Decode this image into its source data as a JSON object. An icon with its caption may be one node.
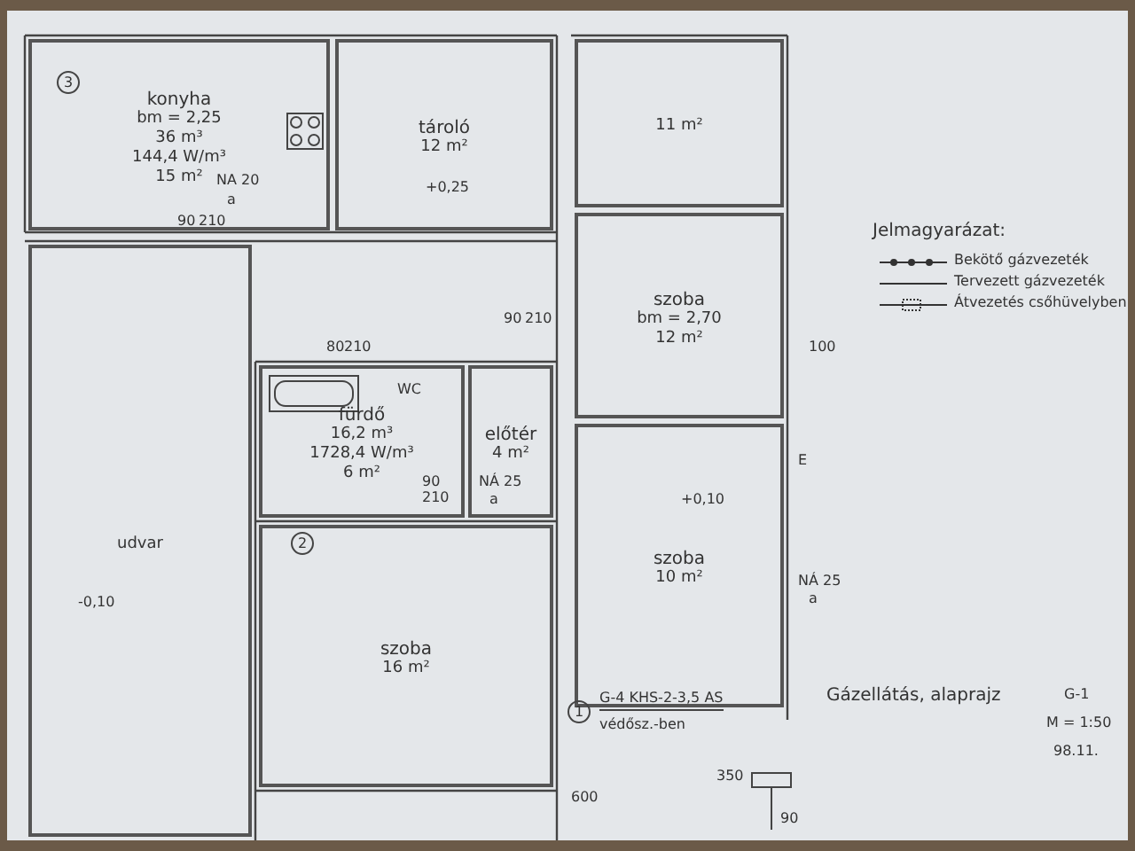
{
  "diagram": {
    "title": "Gázellátás, alaprajz",
    "nodes": [
      {
        "text": [
          "konyha",
          "bm = 2,25",
          "36 m³",
          "144,4 W/m³",
          "15 m²"
        ]
      },
      {
        "text": [
          "tároló",
          "12 m²"
        ]
      },
      {
        "text": [
          "11 m²"
        ]
      },
      {
        "text": [
          "szoba",
          "bm = 2,70",
          "12 m²"
        ]
      },
      {
        "text": [
          "fürdő",
          "16,2 m³",
          "1728,4 W/m³",
          "6 m²"
        ]
      },
      {
        "text": [
          "előtér",
          "4 m²"
        ]
      },
      {
        "text": [
          "udvar"
        ]
      },
      {
        "text": [
          "szoba",
          "16 m²"
        ]
      },
      {
        "text": [
          "szoba",
          "10 m²"
        ]
      }
    ],
    "labels": [
      "3",
      "NA 20",
      "a",
      "+0,25",
      "90",
      "210",
      "WC",
      "80",
      "210",
      "90",
      "210",
      "90",
      "210",
      "NÁ 25",
      "a",
      "2",
      "-0,10",
      "+0,10",
      "100",
      "E",
      "NÁ 25",
      "a",
      "1",
      "G-4 KHS-2-3,5 AS",
      "védősz.-ben",
      "G-1",
      "M = 1:50",
      "98.11.",
      "350",
      "600",
      "90",
      "Jelmagyarázat:"
    ],
    "legend": [
      {
        "text": "Bekötő gázvezeték"
      },
      {
        "text": "Tervezett gázvezeték"
      },
      {
        "text": "Átvezetés csőhüvelyben"
      }
    ]
  }
}
